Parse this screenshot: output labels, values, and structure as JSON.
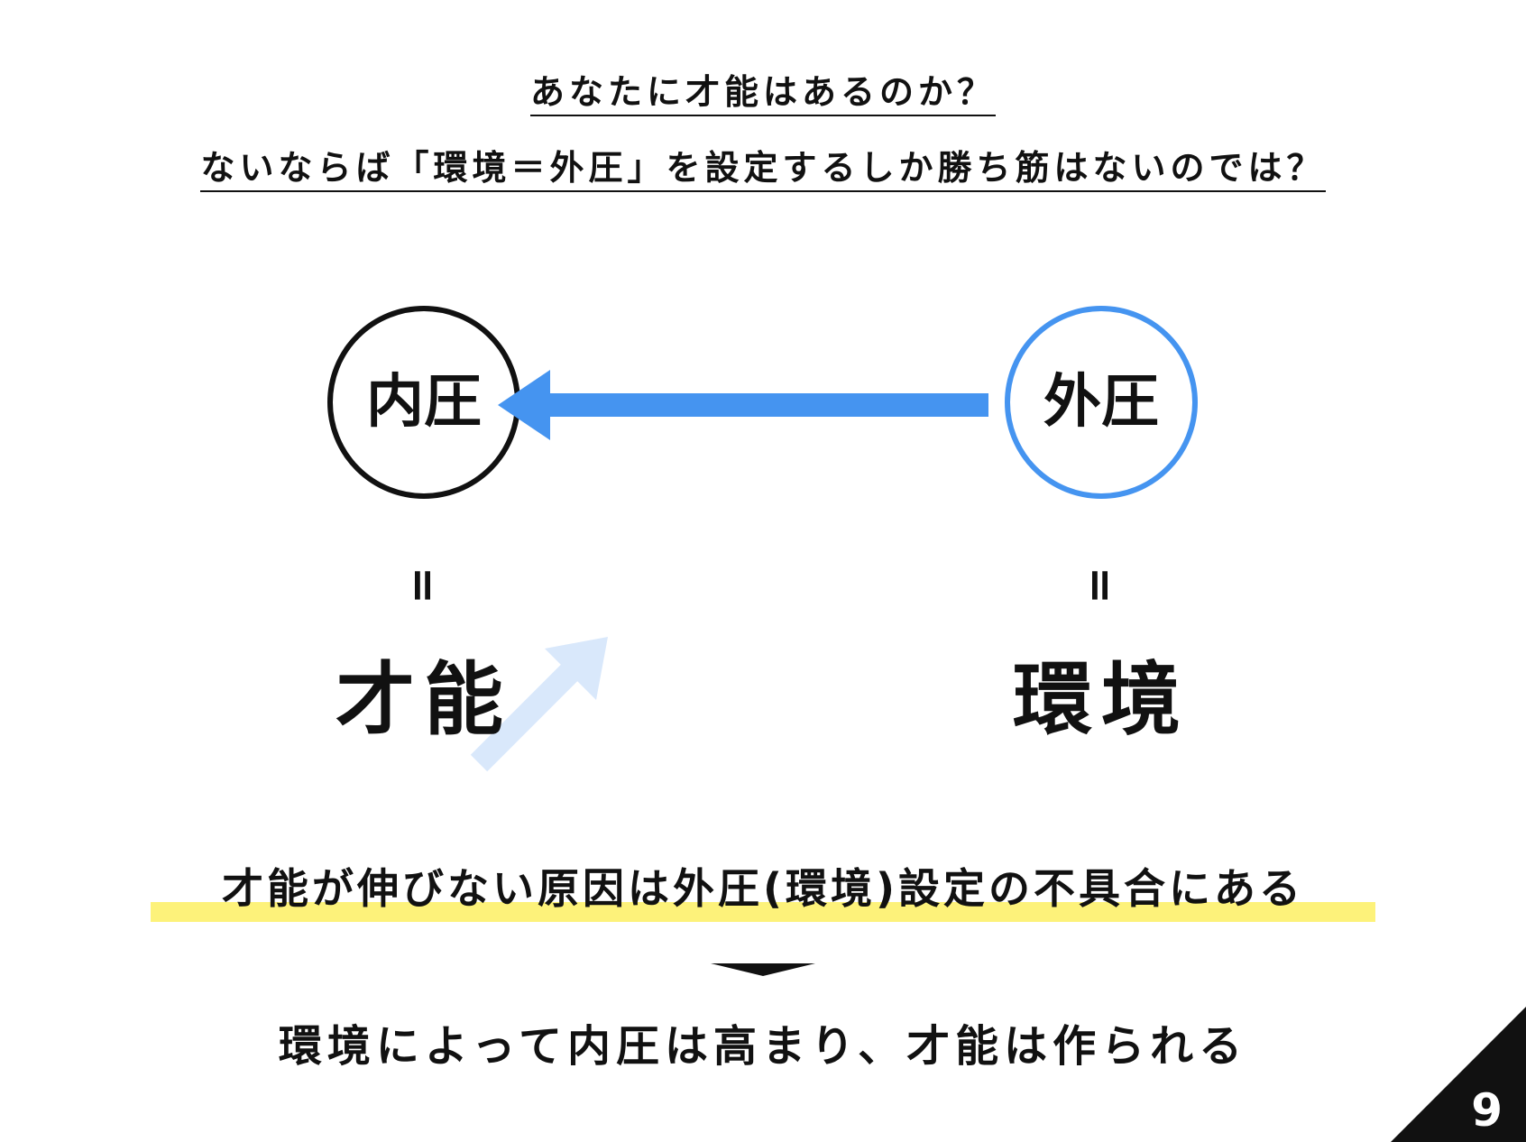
{
  "header": {
    "question": "あなたに才能はあるのか？",
    "subquestion": "ないならば「環境＝外圧」を設定するしか勝ち筋はないのでは？"
  },
  "diagram": {
    "left_node": {
      "label": "内圧",
      "equals": "=",
      "meaning": "才能",
      "color": "#111111"
    },
    "right_node": {
      "label": "外圧",
      "equals": "=",
      "meaning": "環境",
      "color": "#4594f0"
    },
    "main_arrow_color": "#4594f0",
    "growth_arrow_color": "#d9e8fb"
  },
  "highlight": {
    "text": "才能が伸びない原因は外圧(環境)設定の不具合にある",
    "color": "#fdf27a"
  },
  "conclusion": {
    "text": "環境によって内圧は高まり、才能は作られる"
  },
  "page": {
    "number": "9"
  }
}
